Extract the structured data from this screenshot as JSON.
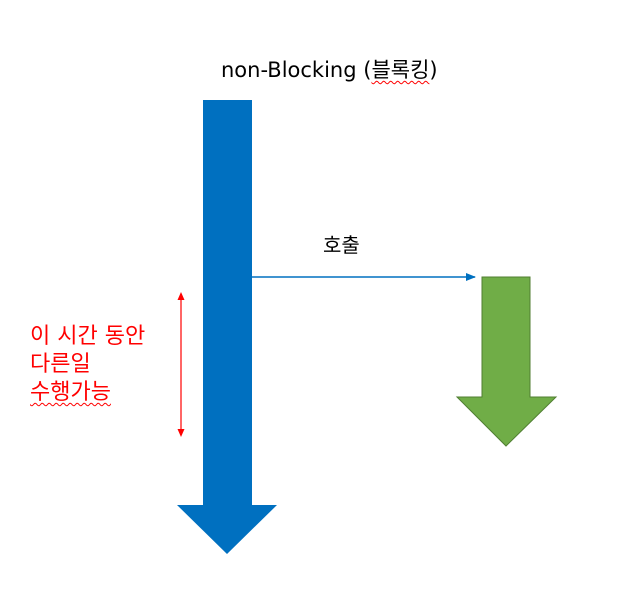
{
  "title": {
    "prefix": "non-Blocking (",
    "korean": "블록킹",
    "suffix": ")"
  },
  "call_label": "호출",
  "note_lines": [
    "이 시간 동안",
    "다른일",
    "수행가능"
  ],
  "colors": {
    "main_arrow": "#0070c0",
    "callee_arrow": "#70ad47",
    "callee_arrow_border": "#507e32",
    "call_line": "#0070c0",
    "note": "#ff0000",
    "spellcheck_squiggle": "#ff0000"
  }
}
